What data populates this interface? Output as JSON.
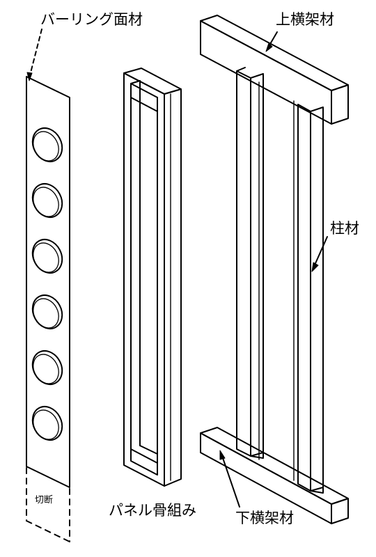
{
  "labels": {
    "burring_panel": "バーリング面材",
    "cut": "切断",
    "panel_frame": "パネル骨組み",
    "top_rail": "上横架材",
    "column": "柱材",
    "bottom_rail": "下横架材"
  },
  "burring_holes": 6,
  "colors": {
    "line": "#000000",
    "background": "#ffffff"
  }
}
